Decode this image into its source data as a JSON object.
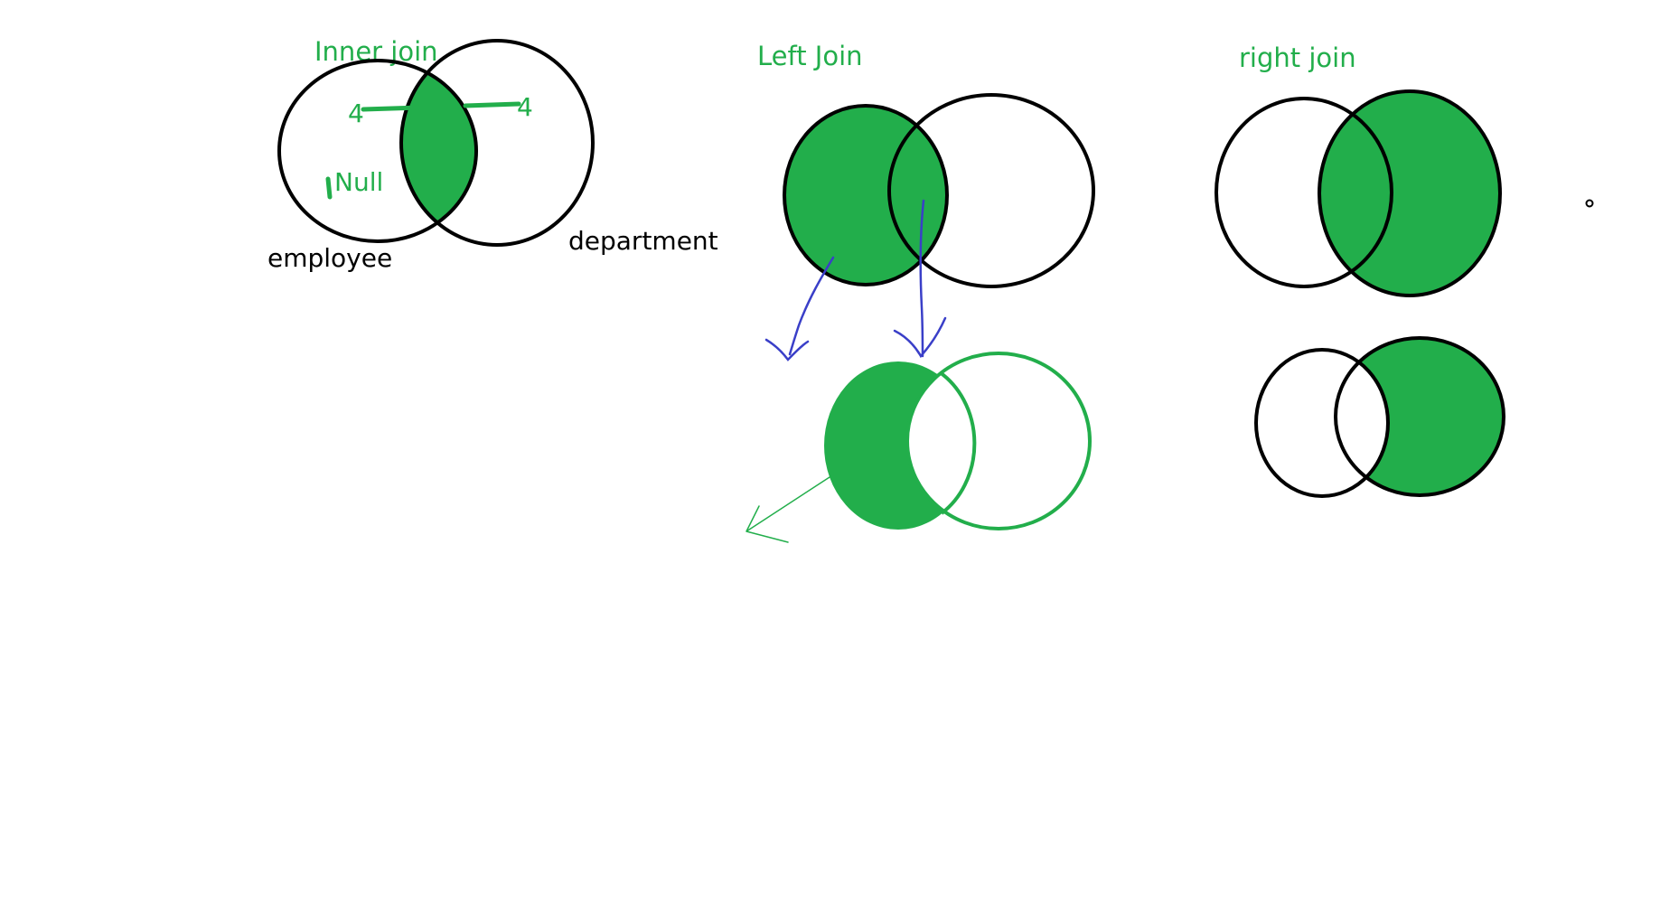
{
  "colors": {
    "green": "#22AE4B",
    "black": "#000000",
    "blue": "#3A3FC8",
    "background": "#FFFFFF"
  },
  "inner_join": {
    "title": "Inner join",
    "left_set_label": "employee",
    "right_set_label": "department",
    "left_key": "4",
    "right_key": "4",
    "null_label": "Null"
  },
  "left_join": {
    "title": "Left Join"
  },
  "right_join": {
    "title": "right join"
  }
}
